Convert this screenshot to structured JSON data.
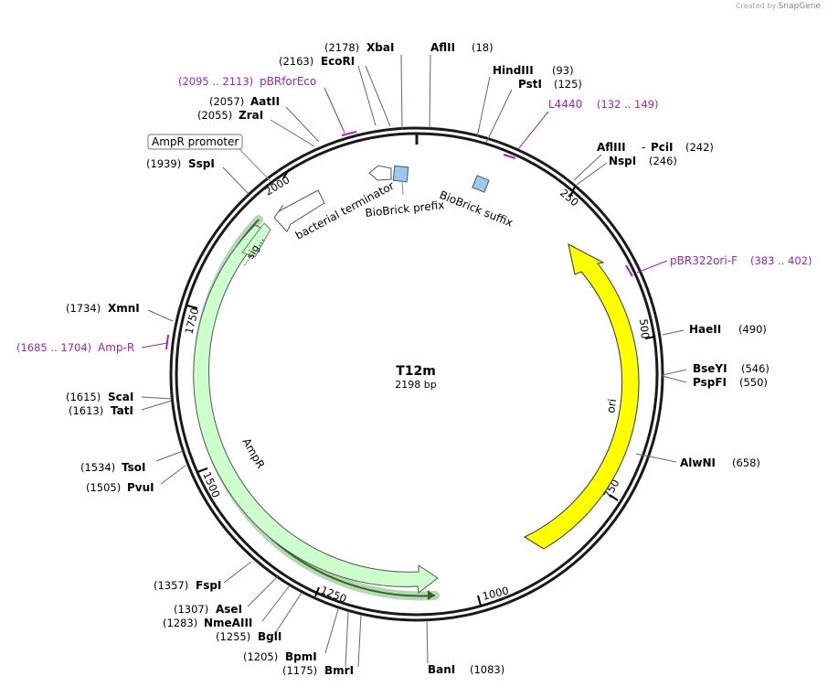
{
  "watermark": {
    "prefix": "Created by",
    "brand": "SnapGene"
  },
  "plasmid": {
    "name": "T12m",
    "length_label": "2198 bp"
  },
  "ticks": [
    "250",
    "500",
    "750",
    "1000",
    "1250",
    "1500",
    "1750",
    "2000"
  ],
  "enzymes": [
    {
      "name": "XbaI",
      "pos": "(2178)"
    },
    {
      "name": "AflII",
      "pos": "(18)"
    },
    {
      "name": "EcoRI",
      "pos": "(2163)"
    },
    {
      "name": "HindIII",
      "pos": "(93)"
    },
    {
      "name": "PstI",
      "pos": "(125)"
    },
    {
      "name": "AatII",
      "pos": "(2057)"
    },
    {
      "name": "ZraI",
      "pos": "(2055)"
    },
    {
      "name": "AflIII",
      "sep": "-",
      "name2": "PciI",
      "pos": "(242)"
    },
    {
      "name": "NspI",
      "pos": "(246)"
    },
    {
      "name": "SspI",
      "pos": "(1939)"
    },
    {
      "name": "HaeII",
      "pos": "(490)"
    },
    {
      "name": "XmnI",
      "pos": "(1734)"
    },
    {
      "name": "BseYI",
      "pos": "(546)"
    },
    {
      "name": "PspFI",
      "pos": "(550)"
    },
    {
      "name": "ScaI",
      "pos": "(1615)"
    },
    {
      "name": "TatI",
      "pos": "(1613)"
    },
    {
      "name": "AlwNI",
      "pos": "(658)"
    },
    {
      "name": "TsoI",
      "pos": "(1534)"
    },
    {
      "name": "PvuI",
      "pos": "(1505)"
    },
    {
      "name": "FspI",
      "pos": "(1357)"
    },
    {
      "name": "AseI",
      "pos": "(1307)"
    },
    {
      "name": "NmeAIII",
      "pos": "(1283)"
    },
    {
      "name": "BglI",
      "pos": "(1255)"
    },
    {
      "name": "BpmI",
      "pos": "(1205)"
    },
    {
      "name": "BmrI",
      "pos": "(1175)"
    },
    {
      "name": "BanI",
      "pos": "(1083)"
    }
  ],
  "primers": [
    {
      "name": "pBRforEco",
      "pos": "(2095 .. 2113)"
    },
    {
      "name": "L4440",
      "pos": "(132 .. 149)"
    },
    {
      "name": "pBR322ori-F",
      "pos": "(383 .. 402)"
    },
    {
      "name": "Amp-R",
      "pos": "(1685 .. 1704)"
    }
  ],
  "features": {
    "ampr_promoter": "AmpR promoter",
    "terminator": "bacterial terminator",
    "biobrick_prefix": "BioBrick prefix",
    "biobrick_suffix": "BioBrick suffix",
    "signal": "sig...",
    "ampr": "AmpR",
    "ori": "ori"
  },
  "colors": {
    "backbone": "#1a1a1a",
    "ampr_fill": "#ccffcc",
    "ampr_outline": "#2e8b2e",
    "ori_fill": "#ffff00",
    "terminator_fill": "#ffffff",
    "biobrick_fill": "#99c8f0",
    "primer": "#a020c8"
  }
}
